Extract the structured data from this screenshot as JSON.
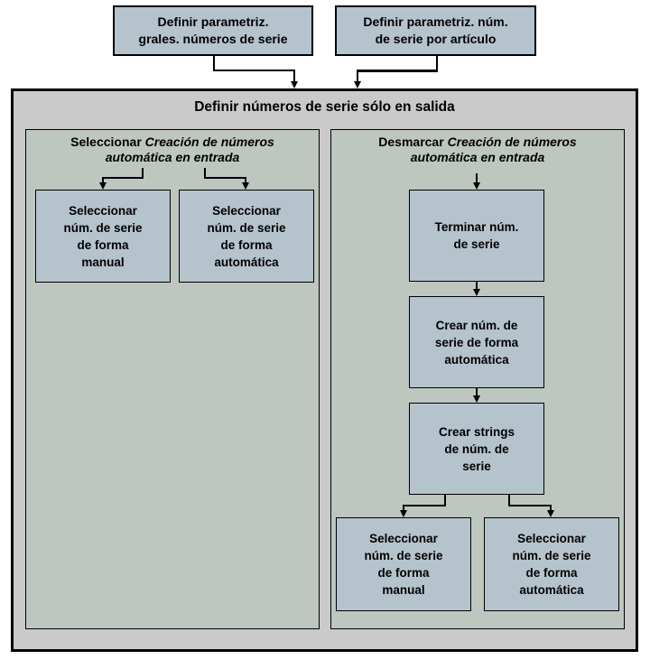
{
  "colors": {
    "node_fill": "#b5c3cd",
    "panel_fill": "#bec6c0",
    "container_fill": "#cacaca",
    "page_bg": "#ffffff",
    "line": "#000000"
  },
  "top_boxes": [
    {
      "label": "Definir parametriz.\ngrales. números de serie"
    },
    {
      "label": "Definir parametriz. núm.\nde serie por artículo"
    }
  ],
  "container": {
    "title": "Definir números de serie sólo en salida"
  },
  "left_panel": {
    "header": {
      "prefix": "Seleccionar ",
      "italic_line1": "Creación de números",
      "italic_line2": "automática en entrada"
    },
    "boxes": [
      {
        "label": "Seleccionar\nnúm. de serie\nde forma\nmanual"
      },
      {
        "label": "Seleccionar\nnúm. de serie\nde forma\nautomática"
      }
    ]
  },
  "right_panel": {
    "header": {
      "prefix": "Desmarcar ",
      "italic_line1": "Creación de números",
      "italic_line2": "automática en entrada"
    },
    "boxes": [
      {
        "label": "Terminar núm.\nde serie"
      },
      {
        "label": "Crear núm. de\nserie de forma\nautomática"
      },
      {
        "label": "Crear strings\nde núm. de\nserie"
      },
      {
        "label": "Seleccionar\nnúm. de serie\nde forma\nmanual"
      },
      {
        "label": "Seleccionar\nnúm. de serie\nde forma\nautomática"
      }
    ]
  }
}
